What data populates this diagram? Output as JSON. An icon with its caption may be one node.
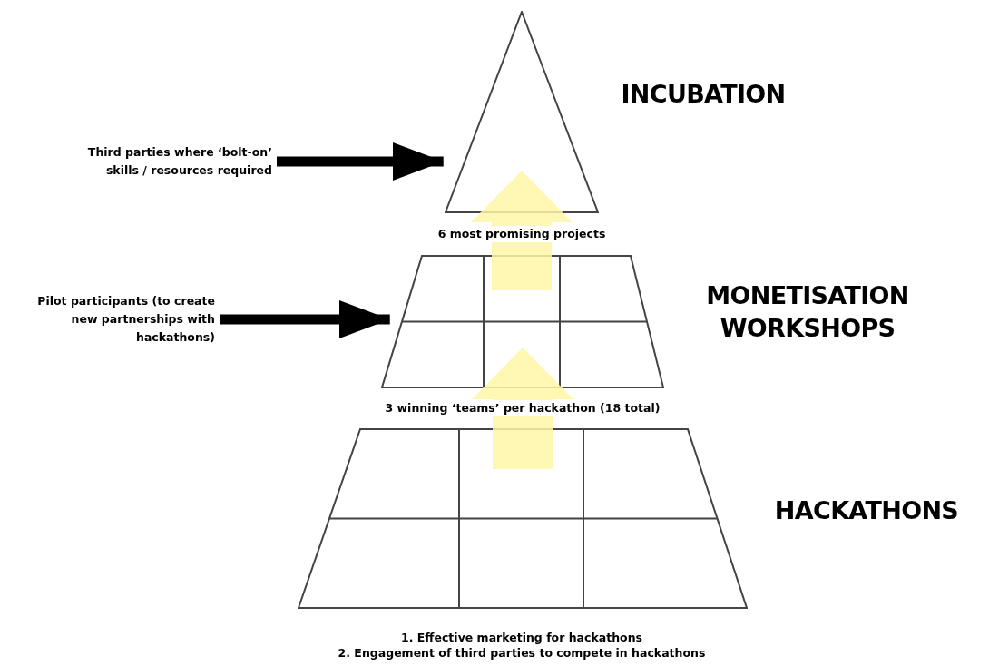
{
  "diagram": {
    "nodes": [
      {
        "text": [],
        "shape": "triangle",
        "beside": [
          "INCUBATION"
        ]
      },
      {
        "text": [],
        "shape": "trapezoid",
        "beside": [
          "MONETISATION WORKSHOPS"
        ]
      },
      {
        "text": [],
        "shape": "trapezoid",
        "beside": [
          "HACKATHONS"
        ]
      },
      {
        "text": [
          "Third parties where ‘bolt-on’ skills / resources required"
        ]
      },
      {
        "text": [
          "Pilot participants (to create new partnerships with hackathons)"
        ]
      }
    ],
    "edges": [
      {
        "from": 3,
        "to": 0,
        "arrow": "to"
      },
      {
        "from": 1,
        "to": 0,
        "arrow": "to",
        "label": "6 most promising projects",
        "style": "thick",
        "color": "#fff7a8"
      },
      {
        "from": 4,
        "to": 1,
        "arrow": "to"
      },
      {
        "from": 2,
        "to": 1,
        "arrow": "to",
        "label": "3 winning ‘teams’ per hackathon (18 total)",
        "style": "thick",
        "color": "#fff7a8"
      }
    ],
    "labels": [
      "1. Effective marketing for hackathons",
      "2. Engagement of third parties to compete in hackathons"
    ]
  }
}
